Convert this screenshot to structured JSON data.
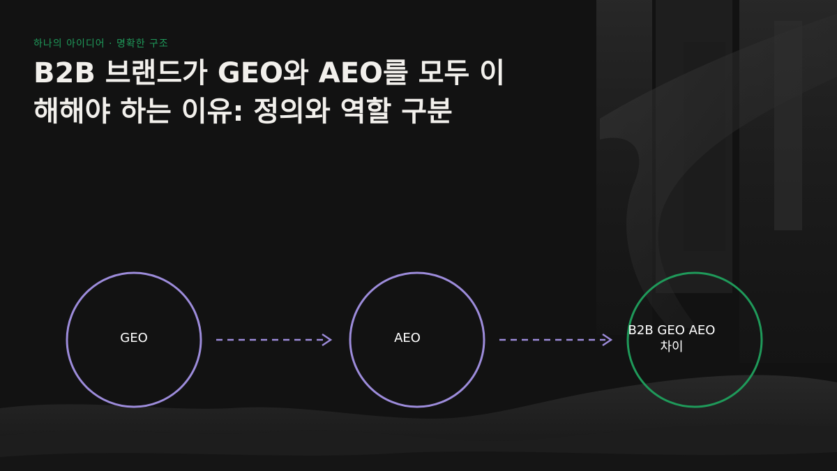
{
  "header": {
    "eyebrow": "하나의 아이디어 · 명확한 구조",
    "title": "B2B 브랜드가 GEO와 AEO를 모두 이해해야 하는 이유: 정의와 역할 구분"
  },
  "flow": {
    "nodes": [
      {
        "label": "GEO",
        "color": "#9d8cdb"
      },
      {
        "label": "AEO",
        "color": "#9d8cdb"
      },
      {
        "label": "B2B GEO AEO 차이",
        "color": "#1f9a5a"
      }
    ],
    "arrow_color": "#9d8cdb"
  },
  "theme": {
    "background": "#121212",
    "title_color": "#f2f0ec",
    "accent_green": "#1f9a5a",
    "accent_purple": "#9d8cdb"
  }
}
